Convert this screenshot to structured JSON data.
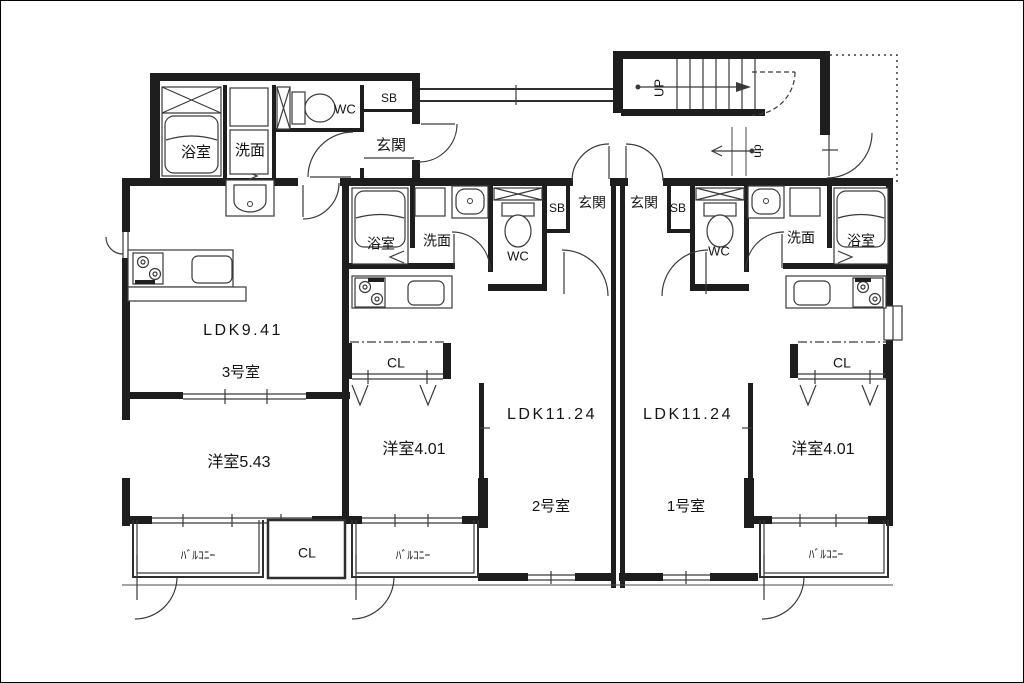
{
  "units": {
    "unit3": {
      "ldk_label": "LDK9.41",
      "unit_label": "3号室",
      "bedroom_label": "洋室5.43",
      "bath": "浴室",
      "washroom": "洗面",
      "toilet": "WC",
      "shoebox": "SB",
      "entrance": "玄関",
      "closet": "CL",
      "balcony": "ﾊﾞﾙｺﾆｰ"
    },
    "unit2": {
      "ldk_label": "LDK11.24",
      "unit_label": "2号室",
      "bedroom_label": "洋室4.01",
      "bath": "浴室",
      "washroom": "洗面",
      "toilet": "WC",
      "shoebox": "SB",
      "entrance": "玄関",
      "closet": "CL",
      "balcony": "ﾊﾞﾙｺﾆｰ"
    },
    "unit1": {
      "ldk_label": "LDK11.24",
      "unit_label": "1号室",
      "bedroom_label": "洋室4.01",
      "bath": "浴室",
      "washroom": "洗面",
      "toilet": "WC",
      "shoebox": "SB",
      "entrance": "玄関",
      "closet": "CL",
      "balcony": "ﾊﾞﾙｺﾆｰ"
    }
  },
  "stairwell": {
    "up_label": "UP",
    "up_label_lower": "up"
  },
  "colors": {
    "wall": "#1e1e1e",
    "line": "#3a3a3a",
    "background": "#ffffff"
  }
}
